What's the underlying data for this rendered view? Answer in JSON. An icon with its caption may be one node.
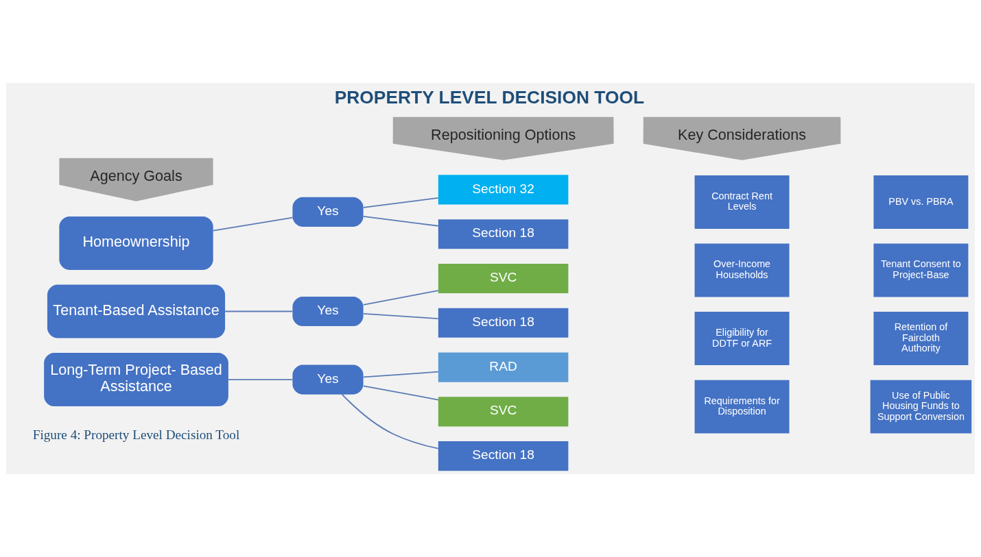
{
  "diagram": {
    "title": "PROPERTY LEVEL DECISION TOOL",
    "caption": "Figure 4: Property Level Decision Tool",
    "nodes": [
      {
        "text": [
          "Agency Goals"
        ]
      },
      {
        "text": [
          "Repositioning Options"
        ]
      },
      {
        "text": [
          "Key Considerations"
        ]
      },
      {
        "text": [
          "Homeownership"
        ]
      },
      {
        "text": [
          "Yes"
        ]
      },
      {
        "text": [
          "Section 32"
        ]
      },
      {
        "text": [
          "Section 18"
        ]
      },
      {
        "text": [
          "Tenant-Based Assistance"
        ]
      },
      {
        "text": [
          "Yes"
        ]
      },
      {
        "text": [
          "SVC"
        ]
      },
      {
        "text": [
          "Section 18"
        ]
      },
      {
        "text": [
          "Long-Term Project- Based Assistance"
        ]
      },
      {
        "text": [
          "Yes"
        ]
      },
      {
        "text": [
          "RAD"
        ]
      },
      {
        "text": [
          "SVC"
        ]
      },
      {
        "text": [
          "Section 18"
        ]
      },
      {
        "text": [
          "Contract Rent Levels"
        ]
      },
      {
        "text": [
          "PBV vs. PBRA"
        ]
      },
      {
        "text": [
          "Over-Income Households"
        ]
      },
      {
        "text": [
          "Tenant Consent to Project-Base"
        ]
      },
      {
        "text": [
          "Eligibility for  DDTF or ARF"
        ]
      },
      {
        "text": [
          "Retention of Faircloth Authority"
        ]
      },
      {
        "text": [
          "Requirements for Disposition"
        ]
      },
      {
        "text": [
          "Use of Public Housing Funds to Support Conversion"
        ]
      }
    ],
    "edges": [
      {
        "from": 3,
        "to": 4,
        "arrow": "none"
      },
      {
        "from": 4,
        "to": 5,
        "arrow": "none"
      },
      {
        "from": 4,
        "to": 6,
        "arrow": "none"
      },
      {
        "from": 7,
        "to": 8,
        "arrow": "none"
      },
      {
        "from": 8,
        "to": 9,
        "arrow": "none"
      },
      {
        "from": 8,
        "to": 10,
        "arrow": "none"
      },
      {
        "from": 11,
        "to": 12,
        "arrow": "none"
      },
      {
        "from": 12,
        "to": 13,
        "arrow": "none"
      },
      {
        "from": 12,
        "to": 14,
        "arrow": "none"
      },
      {
        "from": 12,
        "to": 15,
        "arrow": "none"
      }
    ]
  }
}
